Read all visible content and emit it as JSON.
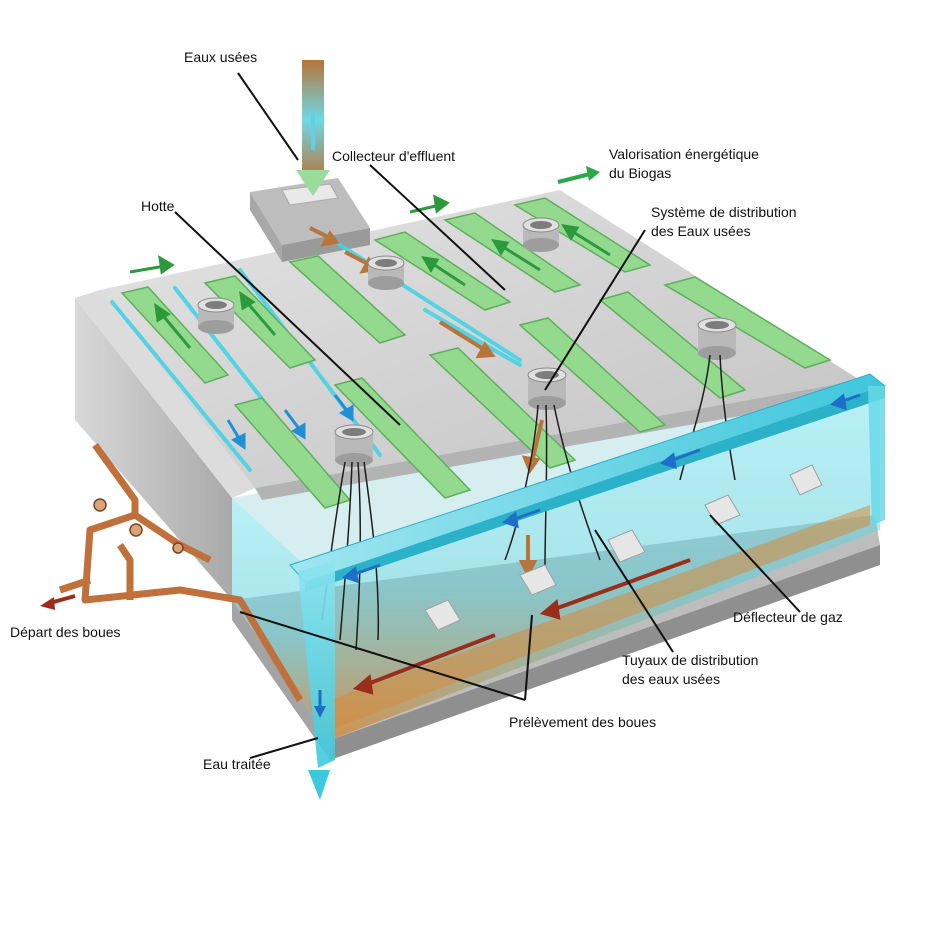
{
  "labels": {
    "eaux_usees": "Eaux usées",
    "collecteur": "Collecteur d'effluent",
    "valorisation_l1": "Valorisation énergétique",
    "valorisation_l2": "du Biogas",
    "hotte": "Hotte",
    "systeme_l1": "Système de distribution",
    "systeme_l2": "des Eaux usées",
    "deflecteur": "Déflecteur de gaz",
    "depart": "Départ des boues",
    "tuyaux_l1": "Tuyaux de distribution",
    "tuyaux_l2": "des eaux usées",
    "prelevement": "Prélèvement des boues",
    "eau_traitee": "Eau traitée"
  },
  "colors": {
    "concrete": "#c9c9c9",
    "concrete_dark": "#9b9b9b",
    "hood_green": "#8fd68f",
    "water_cyan": "#3fd3e6",
    "flow_blue": "#1f8fd6",
    "sludge_orange": "#c97a3a",
    "pipe_copper": "#c0703a",
    "biogas_green": "#2aa84a"
  }
}
